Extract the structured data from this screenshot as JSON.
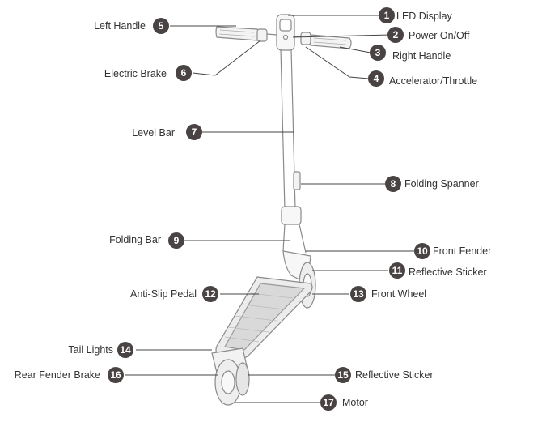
{
  "colors": {
    "badge": "#4a4343",
    "badge_text": "#ffffff",
    "label_text": "#333333",
    "outline": "#8a8a8a"
  },
  "callouts": [
    {
      "number": "1",
      "label": "LED Display"
    },
    {
      "number": "2",
      "label": "Power On/Off"
    },
    {
      "number": "3",
      "label": "Right Handle"
    },
    {
      "number": "4",
      "label": "Accelerator/Throttle"
    },
    {
      "number": "5",
      "label": "Left Handle"
    },
    {
      "number": "6",
      "label": "Electric Brake"
    },
    {
      "number": "7",
      "label": "Level Bar"
    },
    {
      "number": "8",
      "label": "Folding Spanner"
    },
    {
      "number": "9",
      "label": "Folding Bar"
    },
    {
      "number": "10",
      "label": "Front Fender"
    },
    {
      "number": "11",
      "label": "Reflective Sticker"
    },
    {
      "number": "12",
      "label": "Anti-Slip Pedal"
    },
    {
      "number": "13",
      "label": "Front Wheel"
    },
    {
      "number": "14",
      "label": "Tail Lights"
    },
    {
      "number": "15",
      "label": "Reflective Sticker"
    },
    {
      "number": "16",
      "label": "Rear Fender Brake"
    },
    {
      "number": "17",
      "label": "Motor"
    }
  ]
}
